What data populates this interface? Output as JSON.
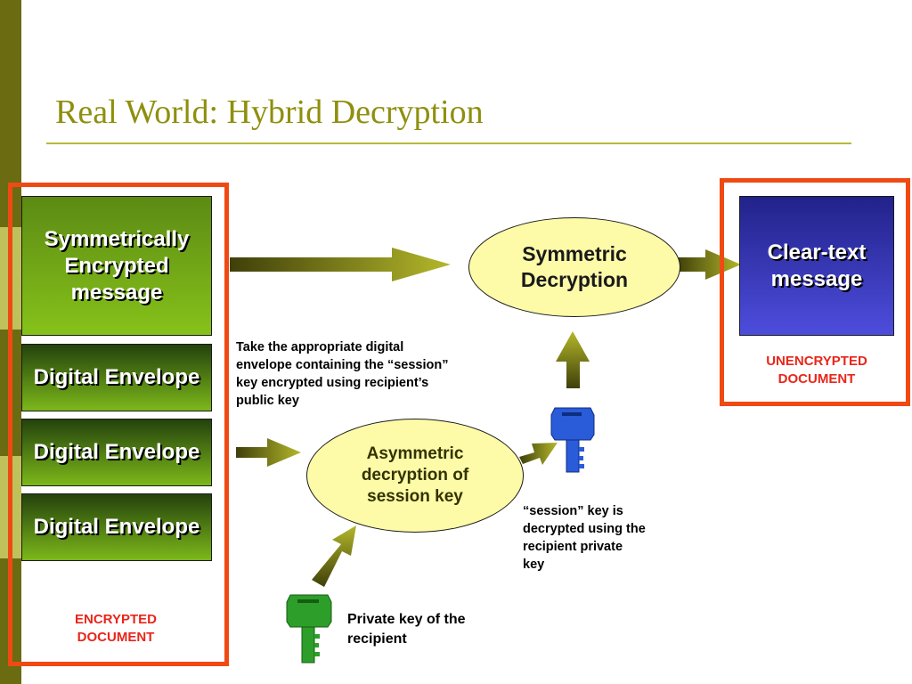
{
  "slide": {
    "title": "Real World: Hybrid Decryption"
  },
  "encrypted_document": {
    "message_box": "Symmetrically Encrypted message",
    "envelopes": [
      "Digital Envelope",
      "Digital Envelope",
      "Digital Envelope"
    ],
    "label": "ENCRYPTED DOCUMENT"
  },
  "unencrypted_document": {
    "message_box": "Clear-text message",
    "label": "UNENCRYPTED DOCUMENT"
  },
  "processes": {
    "symmetric": "Symmetric Decryption",
    "asymmetric": "Asymmetric decryption of session key"
  },
  "notes": {
    "envelope": "Take the appropriate digital envelope containing the “session” key encrypted using recipient’s public key",
    "session_key": "“session” key is decrypted using the recipient private key",
    "private_key": "Private key of the recipient"
  },
  "colors": {
    "frame": "#f04a14",
    "title": "#8f8f0e",
    "envelope_green": "#7cb81a",
    "clear_text_blue": "#4d4ddd",
    "ellipse_fill": "#fdfba8",
    "session_key_icon": "#2a5bd8",
    "private_key_icon": "#2e9e2a",
    "label_red": "#e8261a"
  },
  "icons": {
    "session_key": "key-icon",
    "private_key": "key-icon"
  }
}
